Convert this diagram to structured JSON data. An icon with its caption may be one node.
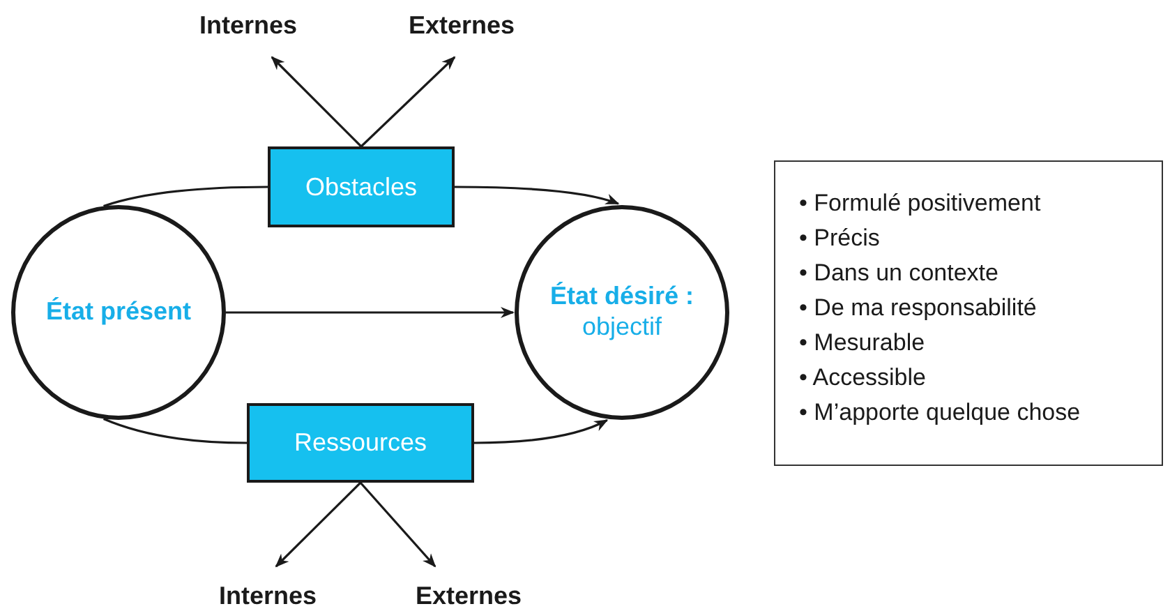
{
  "diagram": {
    "nodes": [
      {
        "text": [
          "État présent"
        ]
      },
      {
        "text": [
          "État désiré :",
          "objectif"
        ]
      },
      {
        "text": [
          "Obstacles"
        ]
      },
      {
        "text": [
          "Ressources"
        ]
      },
      {
        "text": [
          "Internes"
        ]
      },
      {
        "text": [
          "Externes"
        ]
      },
      {
        "text": [
          "Internes"
        ]
      },
      {
        "text": [
          "Externes"
        ]
      },
      {
        "text": [
          "• Formulé positivement",
          "• Précis",
          "• Dans un contexte",
          "• De ma responsabilité",
          "• Mesurable",
          "• Accessible",
          "• M’apporte quelque chose"
        ]
      }
    ],
    "edges": [
      {
        "from": 0,
        "to": 1,
        "arrow": "to"
      },
      {
        "from": 0,
        "to": 2,
        "arrow": "none"
      },
      {
        "from": 2,
        "to": 1,
        "arrow": "to"
      },
      {
        "from": 0,
        "to": 3,
        "arrow": "none"
      },
      {
        "from": 3,
        "to": 1,
        "arrow": "to"
      },
      {
        "from": 2,
        "to": 4,
        "arrow": "to"
      },
      {
        "from": 2,
        "to": 5,
        "arrow": "to"
      },
      {
        "from": 3,
        "to": 6,
        "arrow": "to"
      },
      {
        "from": 3,
        "to": 7,
        "arrow": "to"
      }
    ]
  }
}
